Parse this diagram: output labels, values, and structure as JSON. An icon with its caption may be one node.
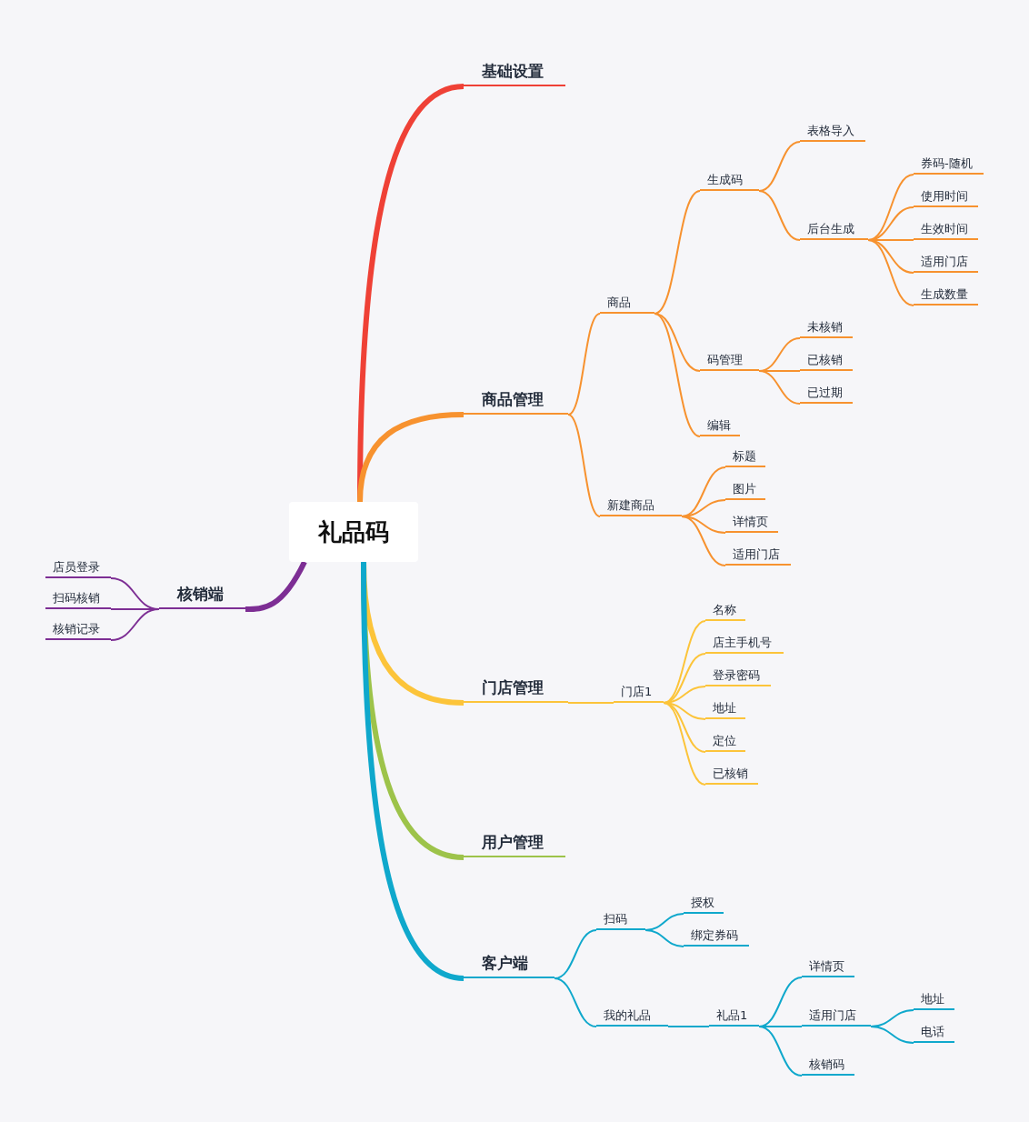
{
  "diagram": {
    "nodes": [
      {
        "text": [
          "礼品码"
        ]
      },
      {
        "text": [
          "基础设置"
        ]
      },
      {
        "text": [
          "商品管理"
        ]
      },
      {
        "text": [
          "商品"
        ]
      },
      {
        "text": [
          "生成码"
        ]
      },
      {
        "text": [
          "表格导入"
        ]
      },
      {
        "text": [
          "后台生成"
        ]
      },
      {
        "text": [
          "券码-随机"
        ]
      },
      {
        "text": [
          "使用时间"
        ]
      },
      {
        "text": [
          "生效时间"
        ]
      },
      {
        "text": [
          "适用门店"
        ]
      },
      {
        "text": [
          "生成数量"
        ]
      },
      {
        "text": [
          "码管理"
        ]
      },
      {
        "text": [
          "未核销"
        ]
      },
      {
        "text": [
          "已核销"
        ]
      },
      {
        "text": [
          "已过期"
        ]
      },
      {
        "text": [
          "编辑"
        ]
      },
      {
        "text": [
          "新建商品"
        ]
      },
      {
        "text": [
          "标题"
        ]
      },
      {
        "text": [
          "图片"
        ]
      },
      {
        "text": [
          "详情页"
        ]
      },
      {
        "text": [
          "适用门店"
        ]
      },
      {
        "text": [
          "门店管理"
        ]
      },
      {
        "text": [
          "门店1"
        ]
      },
      {
        "text": [
          "名称"
        ]
      },
      {
        "text": [
          "店主手机号"
        ]
      },
      {
        "text": [
          "登录密码"
        ]
      },
      {
        "text": [
          "地址"
        ]
      },
      {
        "text": [
          "定位"
        ]
      },
      {
        "text": [
          "已核销"
        ]
      },
      {
        "text": [
          "用户管理"
        ]
      },
      {
        "text": [
          "客户端"
        ]
      },
      {
        "text": [
          "扫码"
        ]
      },
      {
        "text": [
          "授权"
        ]
      },
      {
        "text": [
          "绑定券码"
        ]
      },
      {
        "text": [
          "我的礼品"
        ]
      },
      {
        "text": [
          "礼品1"
        ]
      },
      {
        "text": [
          "详情页"
        ]
      },
      {
        "text": [
          "适用门店"
        ]
      },
      {
        "text": [
          "地址"
        ]
      },
      {
        "text": [
          "电话"
        ]
      },
      {
        "text": [
          "核销码"
        ]
      },
      {
        "text": [
          "核销端"
        ]
      },
      {
        "text": [
          "店员登录"
        ]
      },
      {
        "text": [
          "扫码核销"
        ]
      },
      {
        "text": [
          "核销记录"
        ]
      }
    ],
    "edges": [
      {
        "from": 0,
        "to": 1,
        "arrow": "none",
        "style": "thick",
        "color": "#ef4136"
      },
      {
        "from": 0,
        "to": 2,
        "arrow": "none",
        "style": "thick"
      },
      {
        "from": 2,
        "to": 3,
        "arrow": "none"
      },
      {
        "from": 3,
        "to": 4,
        "arrow": "none"
      },
      {
        "from": 4,
        "to": 5,
        "arrow": "none"
      },
      {
        "from": 4,
        "to": 6,
        "arrow": "none"
      },
      {
        "from": 6,
        "to": 7,
        "arrow": "none"
      },
      {
        "from": 6,
        "to": 8,
        "arrow": "none"
      },
      {
        "from": 6,
        "to": 9,
        "arrow": "none"
      },
      {
        "from": 6,
        "to": 10,
        "arrow": "none"
      },
      {
        "from": 6,
        "to": 11,
        "arrow": "none"
      },
      {
        "from": 3,
        "to": 12,
        "arrow": "none"
      },
      {
        "from": 12,
        "to": 13,
        "arrow": "none"
      },
      {
        "from": 12,
        "to": 14,
        "arrow": "none"
      },
      {
        "from": 12,
        "to": 15,
        "arrow": "none"
      },
      {
        "from": 3,
        "to": 16,
        "arrow": "none"
      },
      {
        "from": 2,
        "to": 17,
        "arrow": "none"
      },
      {
        "from": 17,
        "to": 18,
        "arrow": "none"
      },
      {
        "from": 17,
        "to": 19,
        "arrow": "none"
      },
      {
        "from": 17,
        "to": 20,
        "arrow": "none"
      },
      {
        "from": 17,
        "to": 21,
        "arrow": "none"
      },
      {
        "from": 0,
        "to": 22,
        "arrow": "none",
        "style": "thick",
        "color": "#fcc43a"
      },
      {
        "from": 22,
        "to": 23,
        "arrow": "none",
        "color": "#fcc43a"
      },
      {
        "from": 23,
        "to": 24,
        "arrow": "none",
        "color": "#fcc43a"
      },
      {
        "from": 23,
        "to": 25,
        "arrow": "none",
        "color": "#fcc43a"
      },
      {
        "from": 23,
        "to": 26,
        "arrow": "none",
        "color": "#fcc43a"
      },
      {
        "from": 23,
        "to": 27,
        "arrow": "none",
        "color": "#fcc43a"
      },
      {
        "from": 23,
        "to": 28,
        "arrow": "none",
        "color": "#fcc43a"
      },
      {
        "from": 23,
        "to": 29,
        "arrow": "none",
        "color": "#fcc43a"
      },
      {
        "from": 0,
        "to": 30,
        "arrow": "none",
        "style": "thick",
        "color": "#9dc34a"
      },
      {
        "from": 0,
        "to": 31,
        "arrow": "none",
        "style": "thick",
        "color": "#0fa8cc"
      },
      {
        "from": 31,
        "to": 32,
        "arrow": "none",
        "color": "#0fa8cc"
      },
      {
        "from": 32,
        "to": 33,
        "arrow": "none",
        "color": "#0fa8cc"
      },
      {
        "from": 32,
        "to": 34,
        "arrow": "none",
        "color": "#0fa8cc"
      },
      {
        "from": 31,
        "to": 35,
        "arrow": "none",
        "color": "#0fa8cc"
      },
      {
        "from": 35,
        "to": 36,
        "arrow": "none",
        "color": "#0fa8cc"
      },
      {
        "from": 36,
        "to": 37,
        "arrow": "none",
        "color": "#0fa8cc"
      },
      {
        "from": 36,
        "to": 38,
        "arrow": "none",
        "color": "#0fa8cc"
      },
      {
        "from": 38,
        "to": 39,
        "arrow": "none",
        "color": "#0fa8cc"
      },
      {
        "from": 38,
        "to": 40,
        "arrow": "none",
        "color": "#0fa8cc"
      },
      {
        "from": 36,
        "to": 41,
        "arrow": "none",
        "color": "#0fa8cc"
      },
      {
        "from": 0,
        "to": 42,
        "arrow": "none",
        "style": "thick",
        "color": "#7d2e94"
      },
      {
        "from": 42,
        "to": 43,
        "arrow": "none",
        "color": "#7d2e94"
      },
      {
        "from": 42,
        "to": 44,
        "arrow": "none",
        "color": "#7d2e94"
      },
      {
        "from": 42,
        "to": 45,
        "arrow": "none",
        "color": "#7d2e94"
      }
    ]
  }
}
